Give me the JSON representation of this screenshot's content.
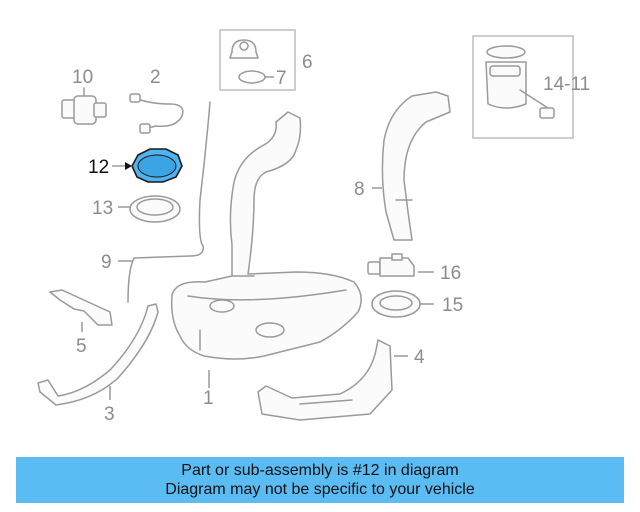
{
  "diagram": {
    "highlight_color": "#4fb3ef",
    "labels": {
      "p1": "1",
      "p2": "2",
      "p3": "3",
      "p4": "4",
      "p5": "5",
      "p6": "6",
      "p7": "7",
      "p8": "8",
      "p9": "9",
      "p10": "10",
      "p11": "14-11",
      "p12": "12",
      "p13": "13",
      "p15": "15",
      "p16": "16"
    }
  },
  "banner": {
    "line1": "Part or sub-assembly is #12 in diagram",
    "line2": "Diagram may not be specific to your vehicle",
    "background": "#5bbcf4"
  }
}
